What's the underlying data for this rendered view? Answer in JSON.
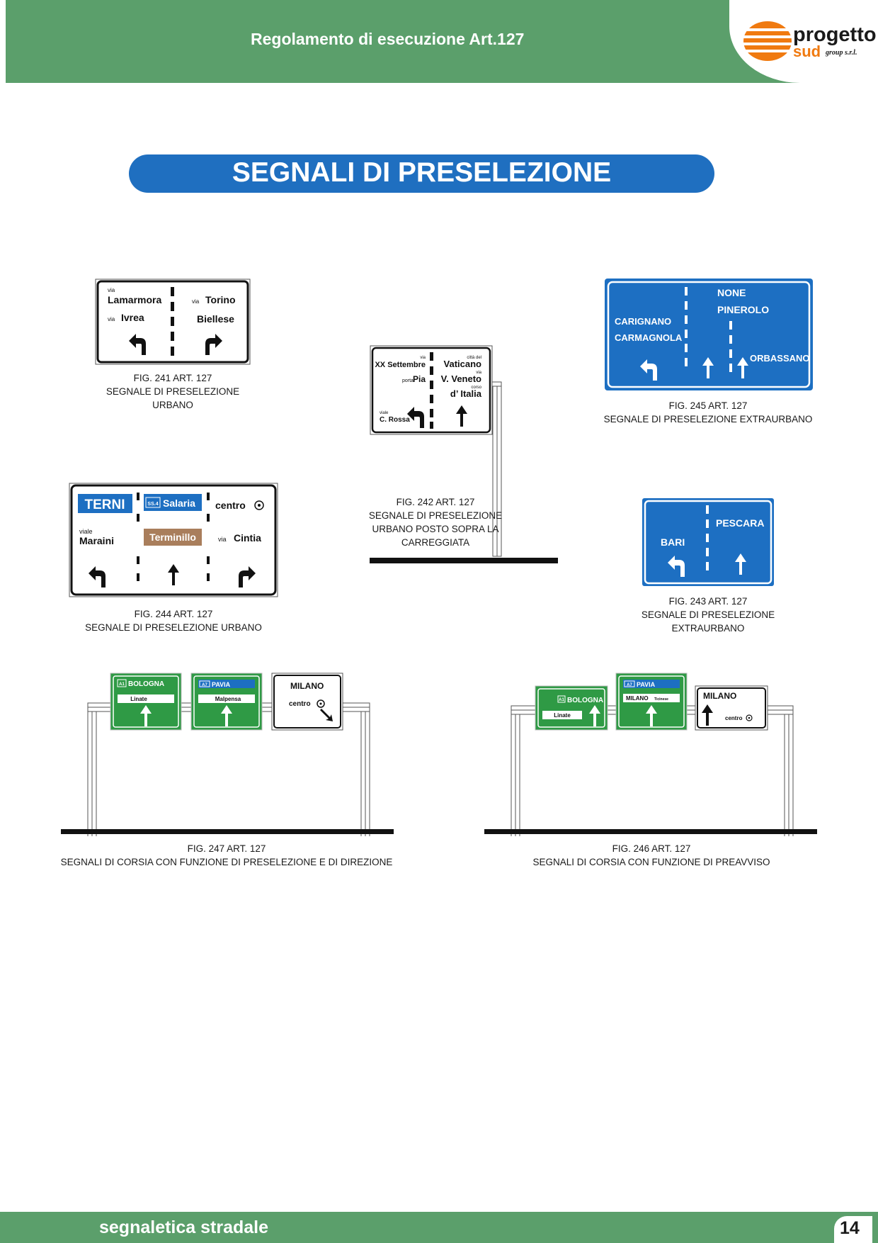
{
  "header": {
    "title": "Regolamento di esecuzione Art.127"
  },
  "logo": {
    "progetto": "progetto",
    "sud": "sud",
    "group": "group s.r.l."
  },
  "banner": {
    "title": "SEGNALI DI PRESELEZIONE"
  },
  "figures": {
    "fig241": {
      "caption": [
        "FIG. 241 ART. 127",
        "SEGNALE DI PRESELEZIONE",
        "URBANO"
      ],
      "via1": "via",
      "lamarmora": "Lamarmora",
      "via2": "via",
      "torino": "Torino",
      "via3": "via",
      "ivrea": "Ivrea",
      "biellese": "Biellese"
    },
    "fig242": {
      "caption": [
        "FIG. 242 ART. 127",
        "SEGNALE DI PRESELEZIONE",
        "URBANO POSTO SOPRA LA",
        "CARREGGIATA"
      ],
      "via1": "via",
      "xx_settembre": "XX Settembre",
      "citta_del": "città del",
      "vaticano": "Vaticano",
      "via2": "via",
      "porta": "porta",
      "pia": "Pia",
      "v_veneto": "V. Veneto",
      "corso": "corso",
      "d_italia": "d’ Italia",
      "viale": "viale",
      "c_rossa": "C. Rossa"
    },
    "fig245": {
      "caption": [
        "FIG. 245 ART. 127",
        "SEGNALE DI PRESELEZIONE EXTRAURBANO"
      ],
      "none": "NONE",
      "pinerolo": "PINEROLO",
      "carignano": "CARIGNANO",
      "carmagnola": "CARMAGNOLA",
      "orbassano": "ORBASSANO"
    },
    "fig244": {
      "caption": [
        "FIG. 244 ART. 127",
        "SEGNALE DI PRESELEZIONE URBANO"
      ],
      "terni": "TERNI",
      "ss4": "SS.4",
      "salaria": "Salaria",
      "centro": "centro",
      "viale": "viale",
      "maraini": "Maraini",
      "terminillo": "Terminillo",
      "via": "via",
      "cintia": "Cintia"
    },
    "fig243": {
      "caption": [
        "FIG. 243 ART. 127",
        "SEGNALE DI PRESELEZIONE",
        "EXTRAURBANO"
      ],
      "pescara": "PESCARA",
      "bari": "BARI"
    },
    "fig247": {
      "caption": [
        "FIG. 247 ART. 127",
        "SEGNALI DI CORSIA CON FUNZIONE DI PRESELEZIONE E DI DIREZIONE"
      ],
      "a1": "A1",
      "bologna": "BOLOGNA",
      "linate": "Linate",
      "a7": "A7",
      "pavia": "PAVIA",
      "malpensa": "Malpensa",
      "milano": "MILANO",
      "centro": "centro"
    },
    "fig246": {
      "caption": [
        "FIG. 246 ART. 127",
        "SEGNALI DI CORSIA CON FUNZIONE DI PREAVVISO"
      ],
      "a1": "A1",
      "bologna": "BOLOGNA",
      "linate": "Linate",
      "a7": "A7",
      "pavia": "PAVIA",
      "milano": "MILANO",
      "ticinese": "Ticinese",
      "milano2": "MILANO",
      "centro": "centro"
    }
  },
  "footer": {
    "text": "segnaletica stradale",
    "page": "14"
  },
  "colors": {
    "header_green": "#5b9f6b",
    "banner_blue": "#1f6fc0",
    "sign_blue": "#1d6fc2",
    "sign_green": "#2f9a45",
    "sign_brown": "#a97e5c",
    "logo_orange": "#f07a10"
  }
}
